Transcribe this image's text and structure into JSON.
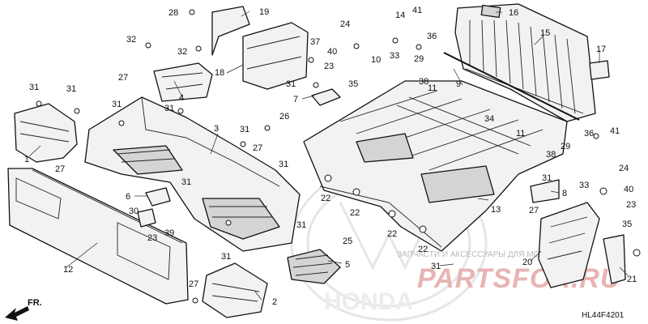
{
  "diagram": {
    "code": "HL44F4201",
    "direction_label": "FR.",
    "watermark_brand": "HONDA",
    "watermark_site": "PARTSFOX.RU",
    "watermark_caption": "ЗАПЧАСТИ И АКСЕССУАРЫ ДЛЯ МОТОТЕХНИКИ",
    "callouts": [
      "1",
      "2",
      "3",
      "4",
      "5",
      "6",
      "7",
      "8",
      "9",
      "10",
      "11",
      "12",
      "13",
      "14",
      "15",
      "16",
      "17",
      "18",
      "19",
      "20",
      "21",
      "22",
      "23",
      "24",
      "25",
      "26",
      "27",
      "28",
      "29",
      "30",
      "31",
      "32",
      "33",
      "34",
      "35",
      "36",
      "37",
      "38",
      "39",
      "40",
      "41"
    ]
  }
}
